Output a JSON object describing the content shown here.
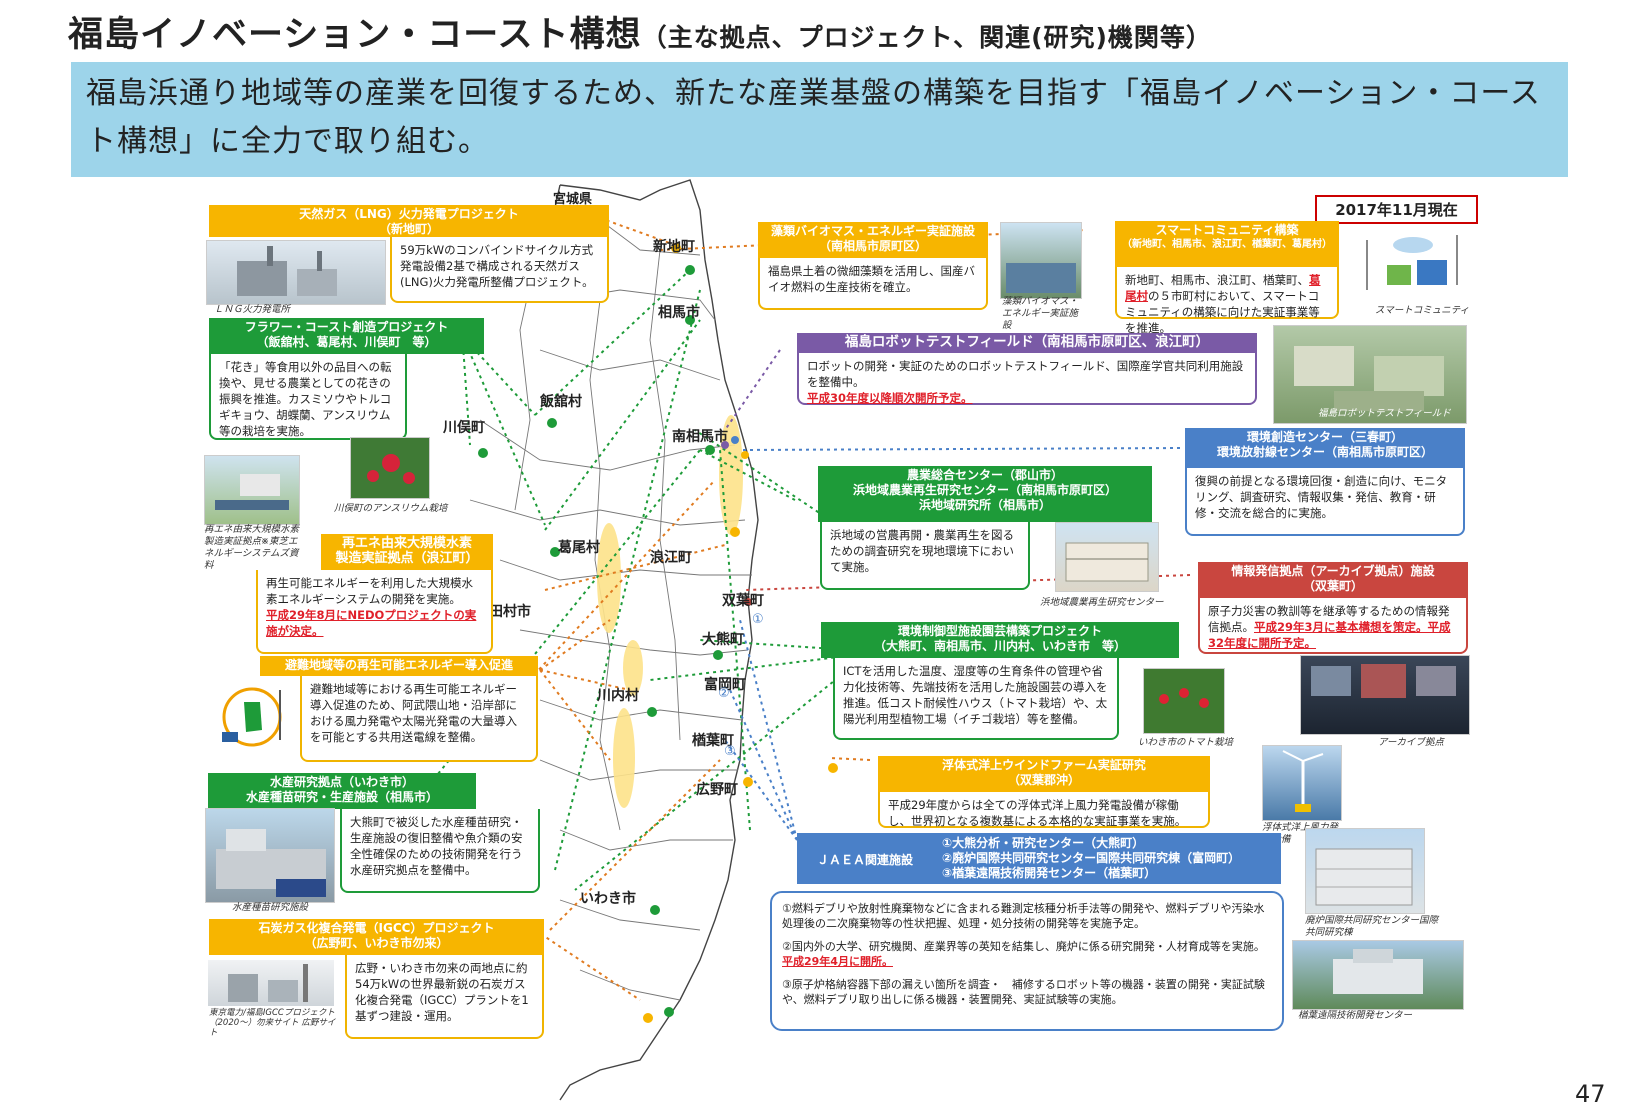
{
  "title": {
    "main": "福島イノベーション・コースト構想",
    "sub": "（主な拠点、プロジェクト、関連(研究)機関等）"
  },
  "banner": "福島浜通り地域等の産業を回復するため、新たな産業基盤の構築を目指す「福島イノベーション・コースト構想」に全力で取り組む。",
  "as_of": "2017年11月現在",
  "page_number": "47",
  "map": {
    "prefecture_label": "宮城県",
    "cities": [
      "新地町",
      "相馬市",
      "飯舘村",
      "川俣町",
      "南相馬市",
      "葛尾村",
      "浪江町",
      "双葉町",
      "田村市",
      "大熊町",
      "川内村",
      "富岡町",
      "楢葉町",
      "広野町",
      "いわき市"
    ],
    "markers": [
      "①",
      "②",
      "③"
    ]
  },
  "colors": {
    "orange": "#f7b500",
    "green": "#1e9b39",
    "purple": "#7a5aa6",
    "blue": "#4a80c8",
    "red": "#c9463f",
    "banner": "#9dd4ea"
  },
  "projects": {
    "lng": {
      "title": "天然ガス（LNG）火力発電プロジェクト",
      "location": "（新地町）",
      "desc": "59万kWのコンバインドサイクル方式発電設備2基で構成される天然ガス(LNG)火力発電所整備プロジェクト。",
      "photo_caption": "ＬＮＧ火力発電所"
    },
    "flower": {
      "title": "フラワー・コースト創造プロジェクト",
      "location": "（飯舘村、葛尾村、川俣町　等）",
      "desc": "「花き」等食用以外の品目への転換や、見せる農業としての花きの振興を推進。カスミソウやトルコギキョウ、胡蝶蘭、アンスリウム等の栽培を実施。",
      "photo_caption": "川俣町のアンスリウム栽培"
    },
    "hydrogen": {
      "title": "再エネ由来大規模水素",
      "location": "製造実証拠点（浪江町）",
      "desc": "再生可能エネルギーを利用した大規模水素エネルギーシステムの開発を実施。",
      "highlight": "平成29年8月にNEDOプロジェクトの実施が決定。",
      "photo_caption": "再エネ由来大規模水素製造実証拠点※東芝エネルギーシステムズ資料"
    },
    "renewable": {
      "title": "避難地域等の再生可能エネルギー導入促進",
      "desc": "避難地域等における再生可能エネルギー導入促進のため、阿武隈山地・沿岸部における風力発電や太陽光発電の大量導入を可能とする共用送電線を整備。"
    },
    "fishery": {
      "title": "水産研究拠点（いわき市）",
      "location": "水産種苗研究・生産施設（相馬市）",
      "desc": "大熊町で被災した水産種苗研究・生産施設の復旧整備や魚介類の安全性確保のための技術開発を行う水産研究拠点を整備中。",
      "photo_caption": "水産種苗研究施設"
    },
    "igcc": {
      "title": "石炭ガス化複合発電（IGCC）プロジェクト",
      "location": "（広野町、いわき市勿来）",
      "desc": "広野・いわき市勿来の両地点に約54万kWの世界最新鋭の石炭ガス化複合発電（IGCC）プラントを1基ずつ建設・運用。",
      "photo_caption": "東京電力/福島IGCCプロジェクト（2020～）勿来サイト 広野サイト"
    },
    "algae": {
      "title": "藻類バイオマス・エネルギー実証施設",
      "location": "（南相馬市原町区）",
      "desc": "福島県土着の微細藻類を活用し、国産バイオ燃料の生産技術を確立。",
      "photo_caption": "藻類バイオマス・エネルギー実証施設"
    },
    "smart": {
      "title": "スマートコミュニティ構築",
      "location": "（新地町、相馬市、浪江町、楢葉町、葛尾村）",
      "desc_pre": "新地町、相馬市、浪江町、楢葉町、",
      "desc_hl": "葛尾村",
      "desc_post": "の５市町村において、スマートコミュニティの構築に向けた実証事業等を推進。",
      "photo_caption": "スマートコミュニティ"
    },
    "robot": {
      "title": "福島ロボットテストフィールド（南相馬市原町区、浪江町）",
      "desc": "ロボットの開発・実証のためのロボットテストフィールド、国際産学官共同利用施設を整備中。",
      "highlight": "平成30年度以降順次開所予定。",
      "photo_caption": "福島ロボットテストフィールド"
    },
    "env": {
      "title": "環境創造センター（三春町）",
      "location": "環境放射線センター（南相馬市原町区）",
      "desc": "復興の前提となる環境回復・創造に向け、モニタリング、調査研究、情報収集・発信、教育・研修・交流を総合的に実施。"
    },
    "agri": {
      "title": "農業総合センター（郡山市）",
      "location": "浜地域農業再生研究センター（南相馬市原町区）",
      "location2": "浜地域研究所（相馬市）",
      "desc": "浜地域の営農再開・農業再生を図るための調査研究を現地環境下において実施。",
      "photo_caption": "浜地域農業再生研究センター"
    },
    "archive": {
      "title": "情報発信拠点（アーカイブ拠点）施設",
      "location": "（双葉町）",
      "desc": "原子力災害の教訓等を継承等するための情報発信拠点。",
      "highlight": "平成29年3月に基本構想を策定。平成32年度に開所予定。",
      "photo_caption": "アーカイブ拠点"
    },
    "horti": {
      "title": "環境制御型施設園芸構築プロジェクト",
      "location": "（大熊町、南相馬市、川内村、いわき市　等）",
      "desc": "ICTを活用した温度、湿度等の生育条件の管理や省力化技術等、先端技術を活用した施設園芸の導入を推進。低コスト耐候性ハウス（トマト栽培）や、太陽光利用型植物工場（イチゴ栽培）等を整備。",
      "photo_caption": "いわき市のトマト栽培"
    },
    "wind": {
      "title": "浮体式洋上ウインドファーム実証研究",
      "location": "（双葉郡沖）",
      "desc": "平成29年度からは全ての浮体式洋上風力発電設備が稼働し、世界初となる複数基による本格的な実証事業を実施。",
      "photo_caption": "浮体式洋上風力発電設備"
    },
    "jaea": {
      "label": "ＪＡＥＡ関連施設",
      "items": [
        "①大熊分析・研究センター（大熊町）",
        "②廃炉国際共同研究センター国際共同研究棟（富岡町）",
        "③楢葉遠隔技術開発センター（楢葉町）"
      ],
      "desc1": "①燃料デブリや放射性廃棄物などに含まれる難測定核種分析手法等の開発や、燃料デブリや汚染水処理後の二次廃棄物等の性状把握、処理・処分技術の開発等を実施予定。",
      "desc2": "②国内外の大学、研究機関、産業界等の英知を結集し、廃炉に係る研究開発・人材育成等を実施。",
      "desc2_hl": "平成29年4月に開所。",
      "desc3": "③原子炉格納容器下部の漏えい箇所を調査・　補修するロボット等の機器・装置の開発・実証試験や、燃料デブリ取り出しに係る機器・装置開発、実証試験等の実施。",
      "photo_caption1": "廃炉国際共同研究センター国際共同研究棟",
      "photo_caption2": "楢葉遠隔技術開発センター"
    }
  }
}
